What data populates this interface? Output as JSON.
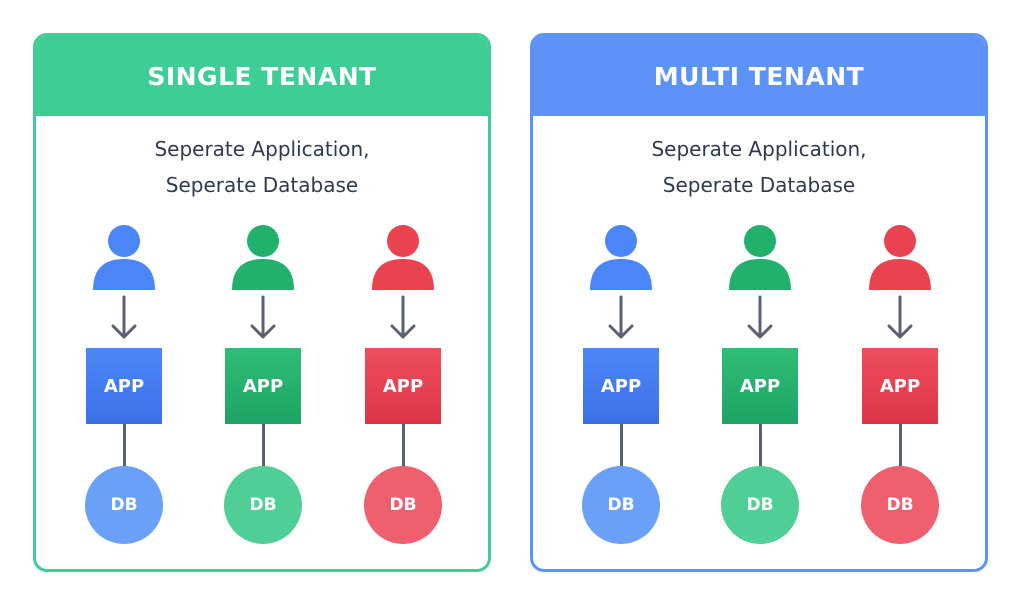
{
  "colors": {
    "single_accent": "#3ecd94",
    "multi_accent": "#5d93f6",
    "blue": "#4a86f7",
    "green": "#22b06d",
    "red": "#e8434f"
  },
  "panels": [
    {
      "title": "SINGLE TENANT",
      "subtitle": [
        "Seperate Application,",
        "Seperate Database"
      ],
      "columns": [
        {
          "icon": "user-icon",
          "app": "APP",
          "db": "DB"
        },
        {
          "icon": "user-icon",
          "app": "APP",
          "db": "DB"
        },
        {
          "icon": "user-icon",
          "app": "APP",
          "db": "DB"
        }
      ]
    },
    {
      "title": "MULTI TENANT",
      "subtitle": [
        "Seperate Application,",
        "Seperate Database"
      ],
      "columns": [
        {
          "icon": "user-icon",
          "app": "APP",
          "db": "DB"
        },
        {
          "icon": "user-icon",
          "app": "APP",
          "db": "DB"
        },
        {
          "icon": "user-icon",
          "app": "APP",
          "db": "DB"
        }
      ]
    }
  ]
}
